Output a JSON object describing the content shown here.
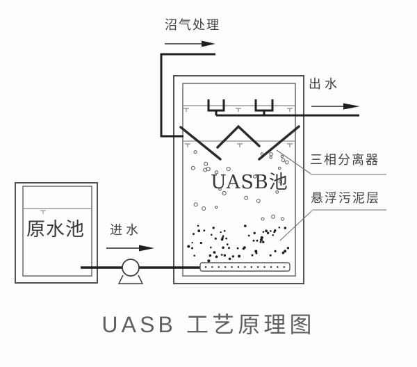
{
  "diagram": {
    "title": "UASB 工艺原理图",
    "labels": {
      "biogas": "沼气处理",
      "effluent": "出水",
      "separator": "三相分离器",
      "sludge_blanket": "悬浮污泥层",
      "uasb_tank": "UASB池",
      "raw_water_tank": "原水池",
      "influent": "进水"
    },
    "colors": {
      "wall": "#4f4f4f",
      "pipe": "#1f1f1f",
      "thin_line": "#8a8a8a",
      "leader": "#6f6f6f",
      "text": "#3f3f3f",
      "title_text": "#5f5f5f",
      "background": "#fdfdfd"
    }
  }
}
